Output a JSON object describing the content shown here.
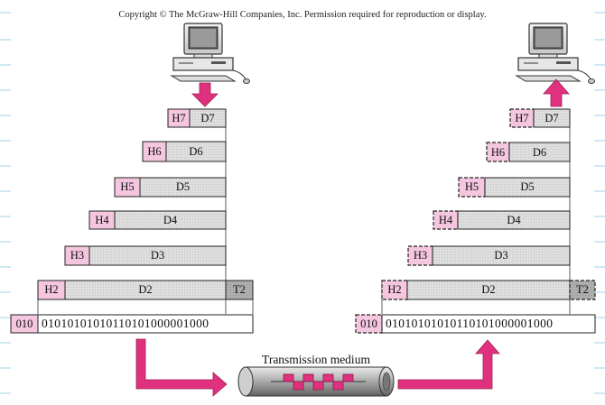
{
  "copyright": "Copyright © The McGraw-Hill Companies, Inc. Permission required for reproduction or display.",
  "colors": {
    "header": "#f4c6df",
    "data": "#dcdcdc",
    "trailer": "#a9a9a9",
    "arrow": "#e0317f",
    "margin_lines": "#9fd0e6"
  },
  "sender": {
    "icon": "desktop-computer-icon",
    "layers": [
      {
        "header": "H7",
        "data": "D7"
      },
      {
        "header": "H6",
        "data": "D6"
      },
      {
        "header": "H5",
        "data": "D5"
      },
      {
        "header": "H4",
        "data": "D4"
      },
      {
        "header": "H3",
        "data": "D3"
      },
      {
        "header": "H2",
        "data": "D2",
        "trailer": "T2"
      }
    ],
    "bits_header": "010",
    "bits": "01010101010110101000001000"
  },
  "receiver": {
    "icon": "desktop-computer-icon",
    "layers": [
      {
        "header": "H7",
        "data": "D7"
      },
      {
        "header": "H6",
        "data": "D6"
      },
      {
        "header": "H5",
        "data": "D5"
      },
      {
        "header": "H4",
        "data": "D4"
      },
      {
        "header": "H3",
        "data": "D3"
      },
      {
        "header": "H2",
        "data": "D2",
        "trailer": "T2"
      }
    ],
    "bits_header": "010",
    "bits": "01010101010110101000001000"
  },
  "medium": {
    "label": "Transmission medium",
    "icon": "transmission-cable-icon"
  }
}
